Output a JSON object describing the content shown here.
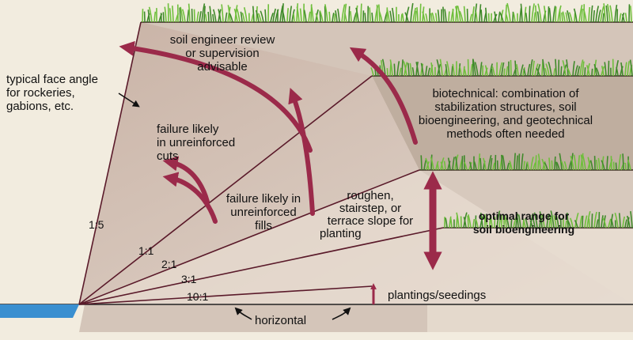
{
  "colors": {
    "background": "#f2ecdf",
    "terrace": "#cdbdb0",
    "terrace_dark": "#b5a396",
    "slope_fill": "#d8c8bd",
    "arrow": "#9b2a4a",
    "grass": "#3f8a2a",
    "grass_light": "#6fbf3c",
    "water": "#3a8fd0",
    "line": "#5a1a2a"
  },
  "labels": {
    "face_angle": [
      "typical face angle",
      "for rockeries,",
      "gabions, etc."
    ],
    "engineer": [
      "soil engineer review",
      "or supervision",
      "advisable"
    ],
    "biotechnical": [
      "biotechnical:  combination of",
      "stabilization structures, soil",
      "bioengineering, and geotechnical",
      "methods often needed"
    ],
    "failure_cuts": [
      "failure likely",
      "in unreinforced",
      "cuts"
    ],
    "failure_fills": [
      "failure likely in",
      "unreinforced",
      "fills"
    ],
    "roughen": [
      "roughen,",
      "stairstep, or",
      "terrace slope for",
      "planting"
    ],
    "optimal": [
      "optimal range for",
      "soil bioengineering"
    ],
    "plantings": "plantings/seedings",
    "horizontal": "horizontal"
  },
  "slope_ratios": [
    "1:5",
    "1:1",
    "2:1",
    "3:1",
    "10:1"
  ],
  "icons": [
    "curved-arrow-icon",
    "double-headed-arrow-icon",
    "grass-icon",
    "water-icon"
  ]
}
